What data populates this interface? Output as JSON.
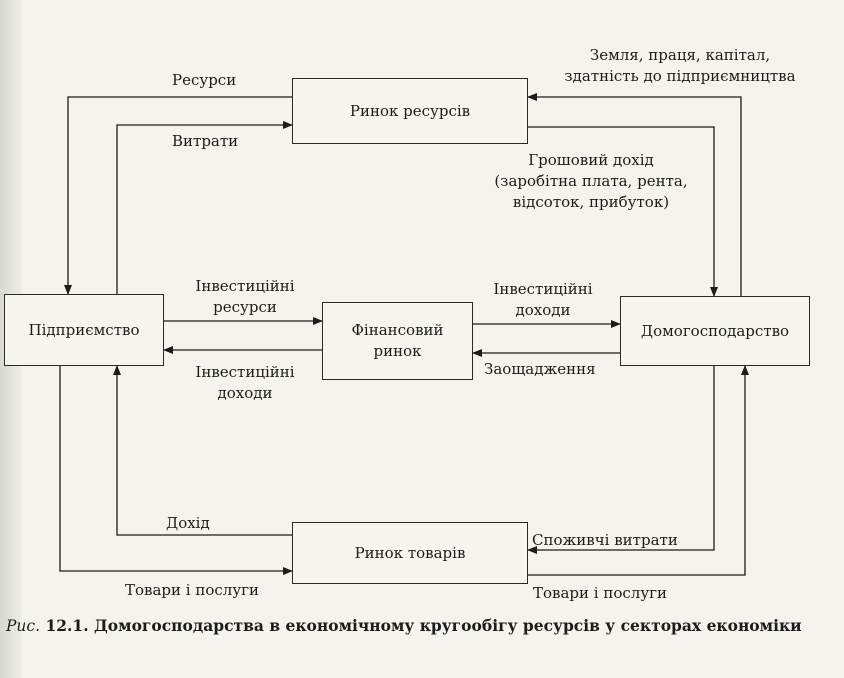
{
  "nodes": {
    "resource_market": "Ринок ресурсів",
    "enterprise": "Підприємство",
    "financial_market": [
      "Фінансовий",
      "ринок"
    ],
    "household": "Домогосподарство",
    "goods_market": "Ринок товарів"
  },
  "flows": {
    "resources": "Ресурси",
    "costs": "Витрати",
    "factors": [
      "Земля, праця, капітал,",
      "здатність до підприємництва"
    ],
    "money_income": [
      "Грошовий дохід",
      "(заробітна плата, рента,",
      "відсоток, прибуток)"
    ],
    "invest_resources": [
      "Інвестиційні",
      "ресурси"
    ],
    "invest_income_left": [
      "Інвестиційні",
      "доходи"
    ],
    "invest_income_right": [
      "Інвестиційні",
      "доходи"
    ],
    "savings": "Заощадження",
    "revenue": "Дохід",
    "goods_services_left": "Товари і послуги",
    "consumer_spending": "Споживчі витрати",
    "goods_services_right": "Товари і послуги"
  },
  "caption": {
    "figure_label": "Рис.",
    "text": "12.1. Домогосподарства в економічному кругообігу ресурсів у секторах економіки"
  }
}
